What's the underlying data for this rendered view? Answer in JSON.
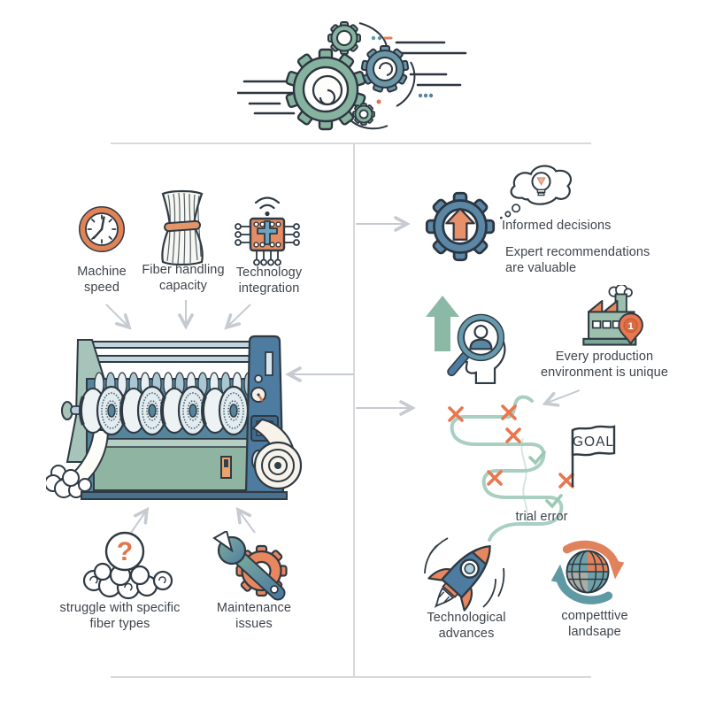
{
  "colors": {
    "orange": "#E0805A",
    "teal_green": "#8AB4A2",
    "steel_blue": "#54809F",
    "path_green": "#A9CFC2",
    "text": "#3E444B",
    "divider": "#D9D9D9",
    "connector_gray": "#C9CED3"
  },
  "icons": {
    "header": "speeding-gears-icon",
    "left_top": [
      "clock-icon",
      "fiber-bundle-icon",
      "circuit-chip-wifi-icon"
    ],
    "center": "carding-machine-illustration",
    "left_bottom": [
      "question-cloud-icon",
      "wrench-gear-icon"
    ],
    "right": [
      "gear-up-arrow-icon",
      "thought-bubble-lightbulb-icon",
      "green-up-arrow-icon",
      "magnifier-profile-icon",
      "factory-location-pin-icon",
      "winding-path-icon",
      "goal-flag-icon",
      "rocket-icon",
      "globe-cycle-arrows-icon"
    ]
  },
  "labels": {
    "machine_speed": "Machine speed",
    "fiber_handling": "Fiber handling capacity",
    "technology_integration": "Technology integration",
    "struggle": "struggle with specific fiber types",
    "maintenance": "Maintenance issues",
    "informed_decisions": "Informed decisions",
    "expert_recommendations": "Expert recommendations are valuable",
    "environment_unique": "Every production environment is unique",
    "trial_error": "trial error",
    "goal": "GOAL",
    "technological_advances": "Technological advances",
    "competitive_landscape": "competttive landsape",
    "question_mark": "?",
    "factory_pin_number": "1"
  }
}
